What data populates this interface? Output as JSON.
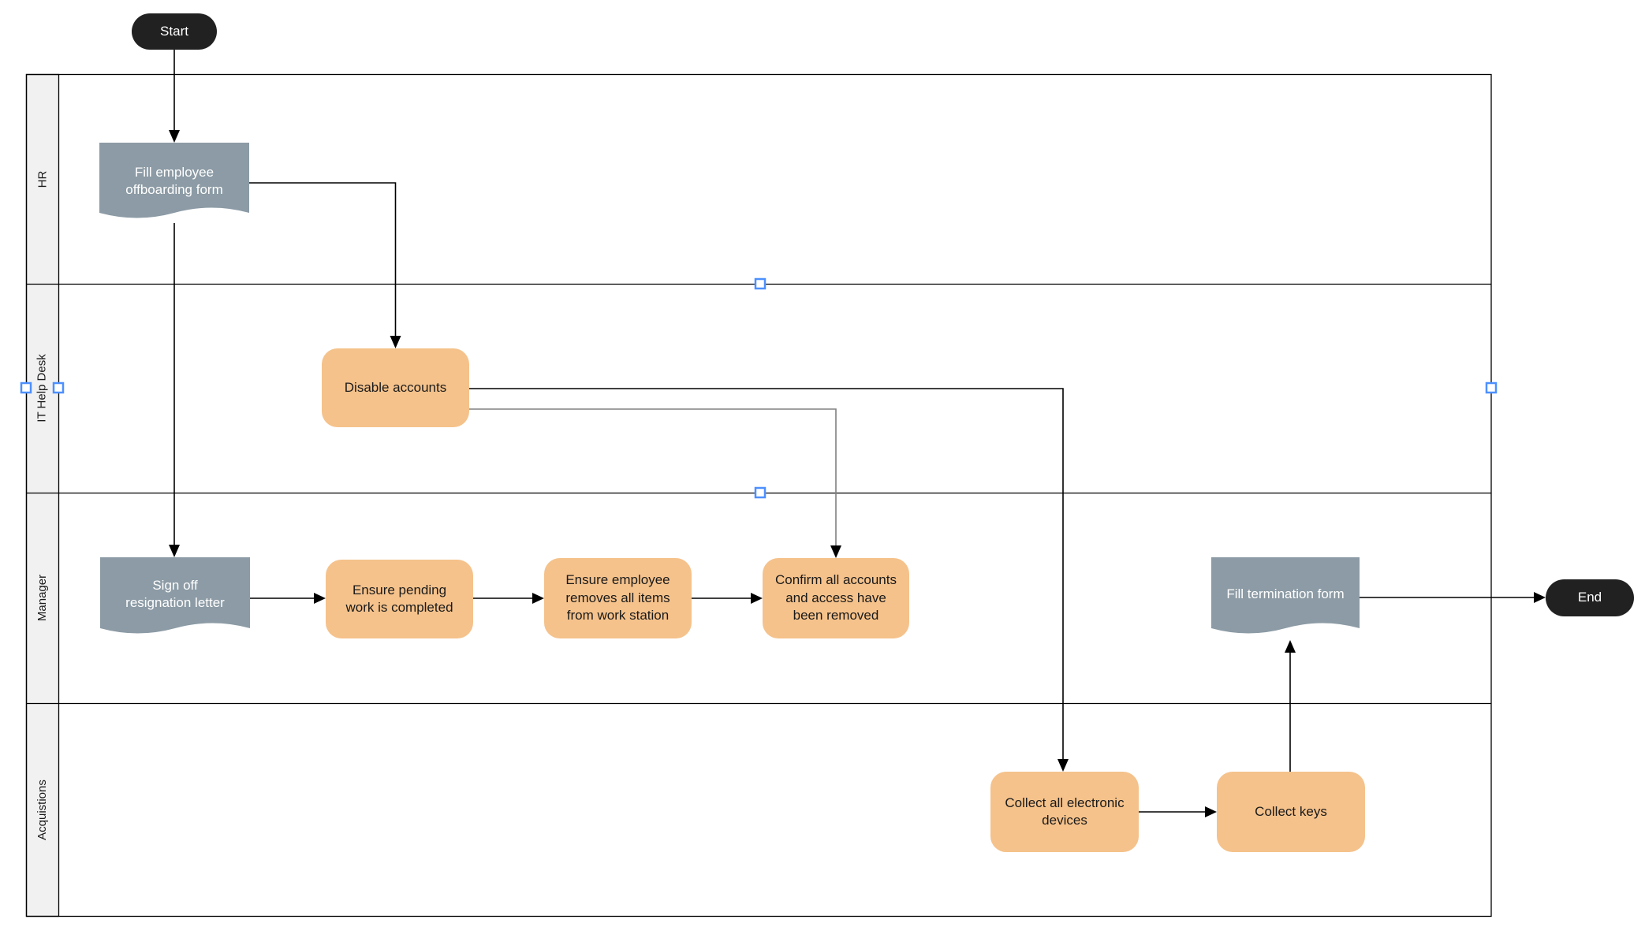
{
  "lanes": [
    {
      "label": "HR"
    },
    {
      "label": "IT Help Desk"
    },
    {
      "label": "Manager"
    },
    {
      "label": "Acquistions"
    }
  ],
  "nodes": {
    "start": {
      "label": "Start",
      "shape": "terminator"
    },
    "fill_offboarding": {
      "label": "Fill employee\noffboarding form",
      "shape": "document"
    },
    "disable_accounts": {
      "label": "Disable accounts",
      "shape": "process"
    },
    "sign_off": {
      "label": "Sign off\nresignation letter",
      "shape": "document"
    },
    "ensure_pending": {
      "label": "Ensure pending\nwork is completed",
      "shape": "process"
    },
    "ensure_removes": {
      "label": "Ensure employee\nremoves all items\nfrom work station",
      "shape": "process"
    },
    "confirm_removed": {
      "label": "Confirm all accounts\nand access have\nbeen removed",
      "shape": "process"
    },
    "fill_termination": {
      "label": "Fill termination form",
      "shape": "document"
    },
    "end": {
      "label": "End",
      "shape": "terminator"
    },
    "collect_devices": {
      "label": "Collect all electronic\ndevices",
      "shape": "process"
    },
    "collect_keys": {
      "label": "Collect keys",
      "shape": "process"
    }
  },
  "connectors": [
    {
      "from": "Start",
      "to": "Fill employee offboarding form",
      "color": "#000000"
    },
    {
      "from": "Fill employee offboarding form",
      "to": "Sign off resignation letter",
      "color": "#000000"
    },
    {
      "from": "Fill employee offboarding form",
      "to": "Disable accounts",
      "color": "#000000"
    },
    {
      "from": "Disable accounts",
      "to": "Collect all electronic devices",
      "color": "#000000"
    },
    {
      "from": "Disable accounts",
      "to": "Confirm all accounts and access have been removed",
      "color": "#808080"
    },
    {
      "from": "Sign off resignation letter",
      "to": "Ensure pending work is completed",
      "color": "#000000"
    },
    {
      "from": "Ensure pending work is completed",
      "to": "Ensure employee removes all items from work station",
      "color": "#000000"
    },
    {
      "from": "Ensure employee removes all items from work station",
      "to": "Confirm all accounts and access have been removed",
      "color": "#000000"
    },
    {
      "from": "Collect all electronic devices",
      "to": "Collect keys",
      "color": "#000000"
    },
    {
      "from": "Collect keys",
      "to": "Fill termination form",
      "color": "#000000"
    },
    {
      "from": "Fill termination form",
      "to": "End",
      "color": "#000000"
    }
  ],
  "selection": {
    "selected_lane": "IT Help Desk",
    "handle_count": 5
  },
  "colors": {
    "process_fill": "#F5C28B",
    "document_fill": "#8C9BA5",
    "terminator_fill": "#212121",
    "terminator_text": "#ffffff",
    "lane_header_fill": "#F1F1F1",
    "lane_border": "#000000",
    "connector_black": "#000000",
    "connector_gray": "#808080",
    "selection_handle_blue": "#4D90FE",
    "canvas_background": "#ffffff"
  }
}
